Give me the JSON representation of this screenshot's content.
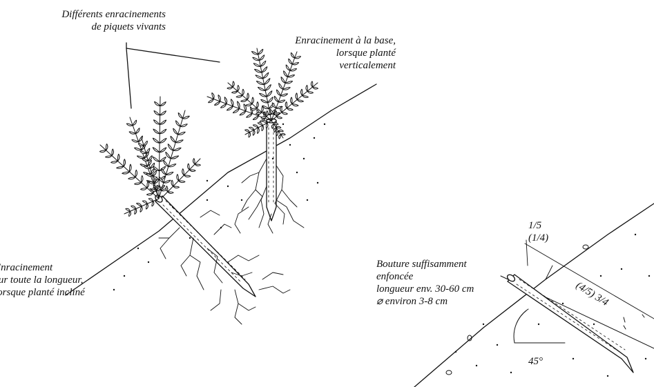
{
  "labels": {
    "different_rooting": [
      "Différents enracinements",
      "de piquets vivants"
    ],
    "base_rooting": [
      "Enracinement à la base,",
      "lorsque planté",
      "verticalement"
    ],
    "full_length_rooting": [
      "Enracinement",
      "sur toute la longueur,",
      "lorsque planté incliné"
    ],
    "cutting_spec": [
      "Bouture suffisamment",
      "enfoncée",
      "longueur env. 30-60 cm",
      "⌀ environ 3-8 cm"
    ],
    "fraction_top": [
      "1/5",
      "(1/4)"
    ],
    "fraction_main": "(4/5) 3/4",
    "angle": "45°"
  },
  "colors": {
    "ink": "#111111",
    "background": "#ffffff"
  }
}
